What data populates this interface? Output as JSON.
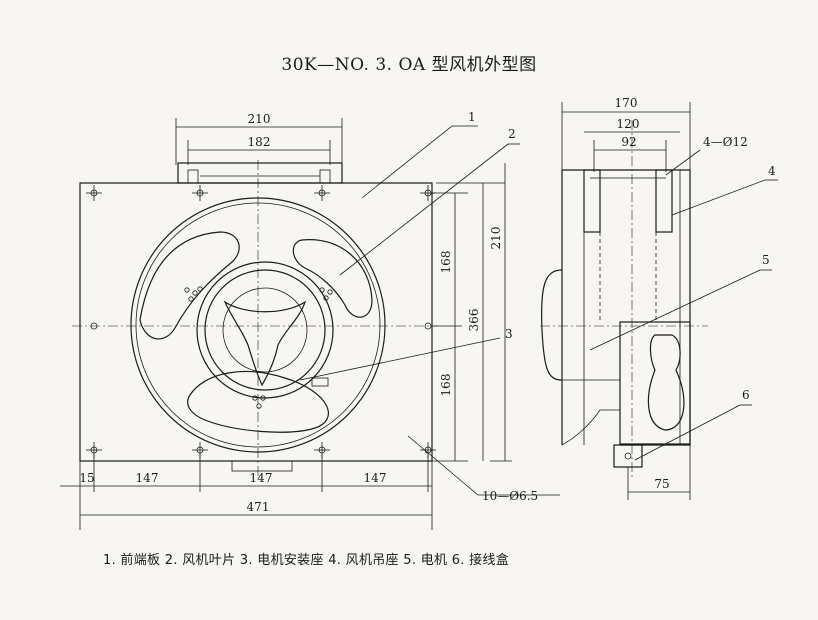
{
  "title": "30K—NO. 3. OA 型风机外型图",
  "caption": "1. 前端板 2. 风机叶片 3. 电机安装座 4. 风机吊座 5. 电机 6. 接线盒",
  "dimensions": {
    "front_top_outer": "210",
    "front_top_inner": "182",
    "front_right_upper": "168",
    "front_right_lower": "168",
    "front_right_mid": "366",
    "front_right_outer": "210",
    "front_bottom_a": "15",
    "front_bottom_b": "147",
    "front_bottom_c": "147",
    "front_bottom_d": "147",
    "front_bottom_total": "471",
    "holes": "10—Ø6.5",
    "side_top_outer": "170",
    "side_top_mid": "120",
    "side_top_inner": "92",
    "side_holes": "4—Ø12",
    "side_bottom": "75"
  },
  "callouts": [
    "1",
    "2",
    "3",
    "4",
    "5",
    "6"
  ]
}
